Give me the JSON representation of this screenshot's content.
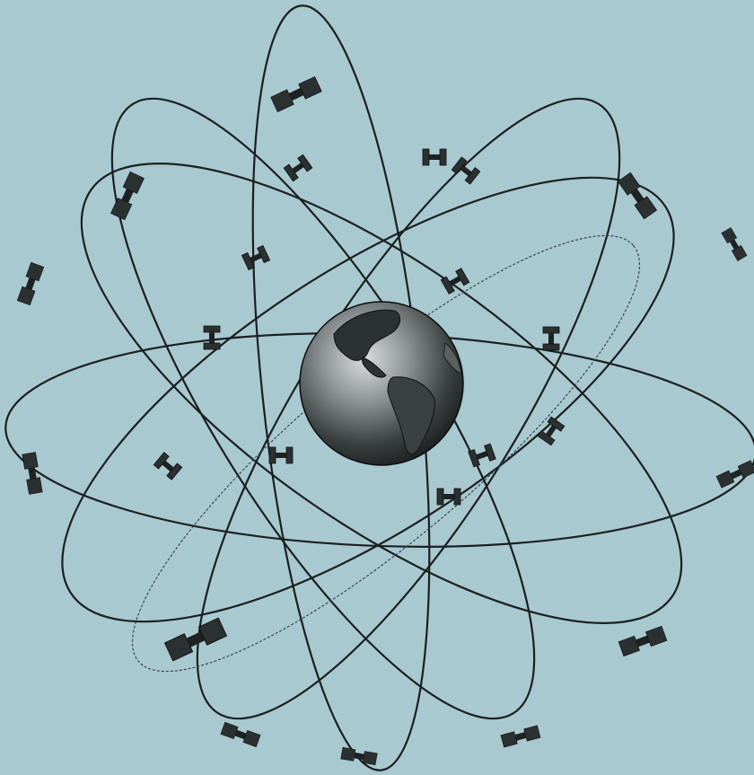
{
  "diagram": {
    "background_color": "#a9c9d1",
    "line_color": "#1b1f20",
    "center_object": "earth-globe",
    "orbit_count": 6,
    "satellite_count": 24,
    "satellite_icon": "satellite-icon"
  }
}
